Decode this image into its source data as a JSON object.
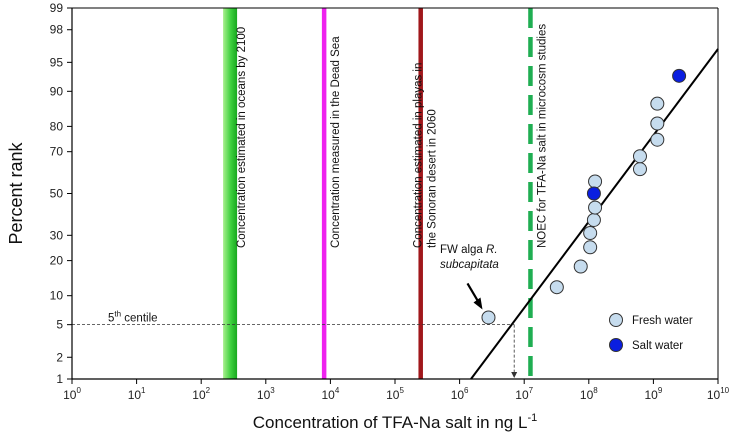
{
  "chart_data": {
    "type": "scatter",
    "xlabel": "Concentration of TFA-Na salt in ng L",
    "xlabel_sup": "-1",
    "ylabel": "Percent rank",
    "x_scale": "log10",
    "xlim": [
      1,
      10000000000
    ],
    "x_ticks": [
      {
        "value": 1,
        "base": "10",
        "exp": "0"
      },
      {
        "value": 10,
        "base": "10",
        "exp": "1"
      },
      {
        "value": 100,
        "base": "10",
        "exp": "2"
      },
      {
        "value": 1000,
        "base": "10",
        "exp": "3"
      },
      {
        "value": 10000,
        "base": "10",
        "exp": "4"
      },
      {
        "value": 100000,
        "base": "10",
        "exp": "5"
      },
      {
        "value": 1000000,
        "base": "10",
        "exp": "6"
      },
      {
        "value": 10000000,
        "base": "10",
        "exp": "7"
      },
      {
        "value": 100000000,
        "base": "10",
        "exp": "8"
      },
      {
        "value": 1000000000,
        "base": "10",
        "exp": "9"
      },
      {
        "value": 10000000000,
        "base": "10",
        "exp": "10"
      }
    ],
    "y_scale": "probit",
    "ylim": [
      1,
      99
    ],
    "y_ticks": [
      1,
      2,
      5,
      10,
      20,
      30,
      50,
      70,
      80,
      90,
      95,
      98,
      99
    ],
    "grid": false,
    "legend_position": "bottom-right",
    "series": [
      {
        "name": "Fresh water",
        "color": "#c6dcee",
        "points": [
          {
            "x": 2800000,
            "y": 6
          },
          {
            "x": 32000000,
            "y": 12
          },
          {
            "x": 75000000,
            "y": 18
          },
          {
            "x": 105000000,
            "y": 25
          },
          {
            "x": 105000000,
            "y": 31
          },
          {
            "x": 120000000,
            "y": 37
          },
          {
            "x": 125000000,
            "y": 43
          },
          {
            "x": 125000000,
            "y": 56
          },
          {
            "x": 620000000,
            "y": 62
          },
          {
            "x": 620000000,
            "y": 68
          },
          {
            "x": 1150000000,
            "y": 75
          },
          {
            "x": 1150000000,
            "y": 81
          },
          {
            "x": 1150000000,
            "y": 87
          }
        ]
      },
      {
        "name": "Salt water",
        "color": "#0a1ee0",
        "points": [
          {
            "x": 120000000,
            "y": 50
          },
          {
            "x": 2500000000,
            "y": 93
          }
        ]
      }
    ],
    "fit_line": {
      "points": [
        {
          "x": 1500000,
          "y": 1
        },
        {
          "x": 10000000000,
          "y": 96.5
        }
      ]
    },
    "centile": {
      "label": "5",
      "label_sup": "th",
      "label_rest": " centile",
      "y": 5,
      "x": 7000000
    },
    "reference_lines": [
      {
        "x": 280,
        "color": "#3cc23c",
        "style": "gradient",
        "label": "Concentration estimated in oceans by 2100"
      },
      {
        "x": 8000,
        "color": "#ee22ee",
        "style": "solid",
        "label": "Concentration measured in the Dead Sea"
      },
      {
        "x": 250000,
        "color": "#a0171b",
        "style": "solid",
        "label": "Concentration estimated in playas in",
        "label2": "the Sonoran desert in 2060"
      },
      {
        "x": 12500000,
        "color": "#1fae52",
        "style": "dashed",
        "label": "NOEC for TFA-Na salt in microcosm studies"
      }
    ],
    "annotation": {
      "line1": "FW alga ",
      "line1_italic": "R.",
      "line2_italic": "subcapitata",
      "target": {
        "x": 2800000,
        "y": 6
      }
    }
  }
}
